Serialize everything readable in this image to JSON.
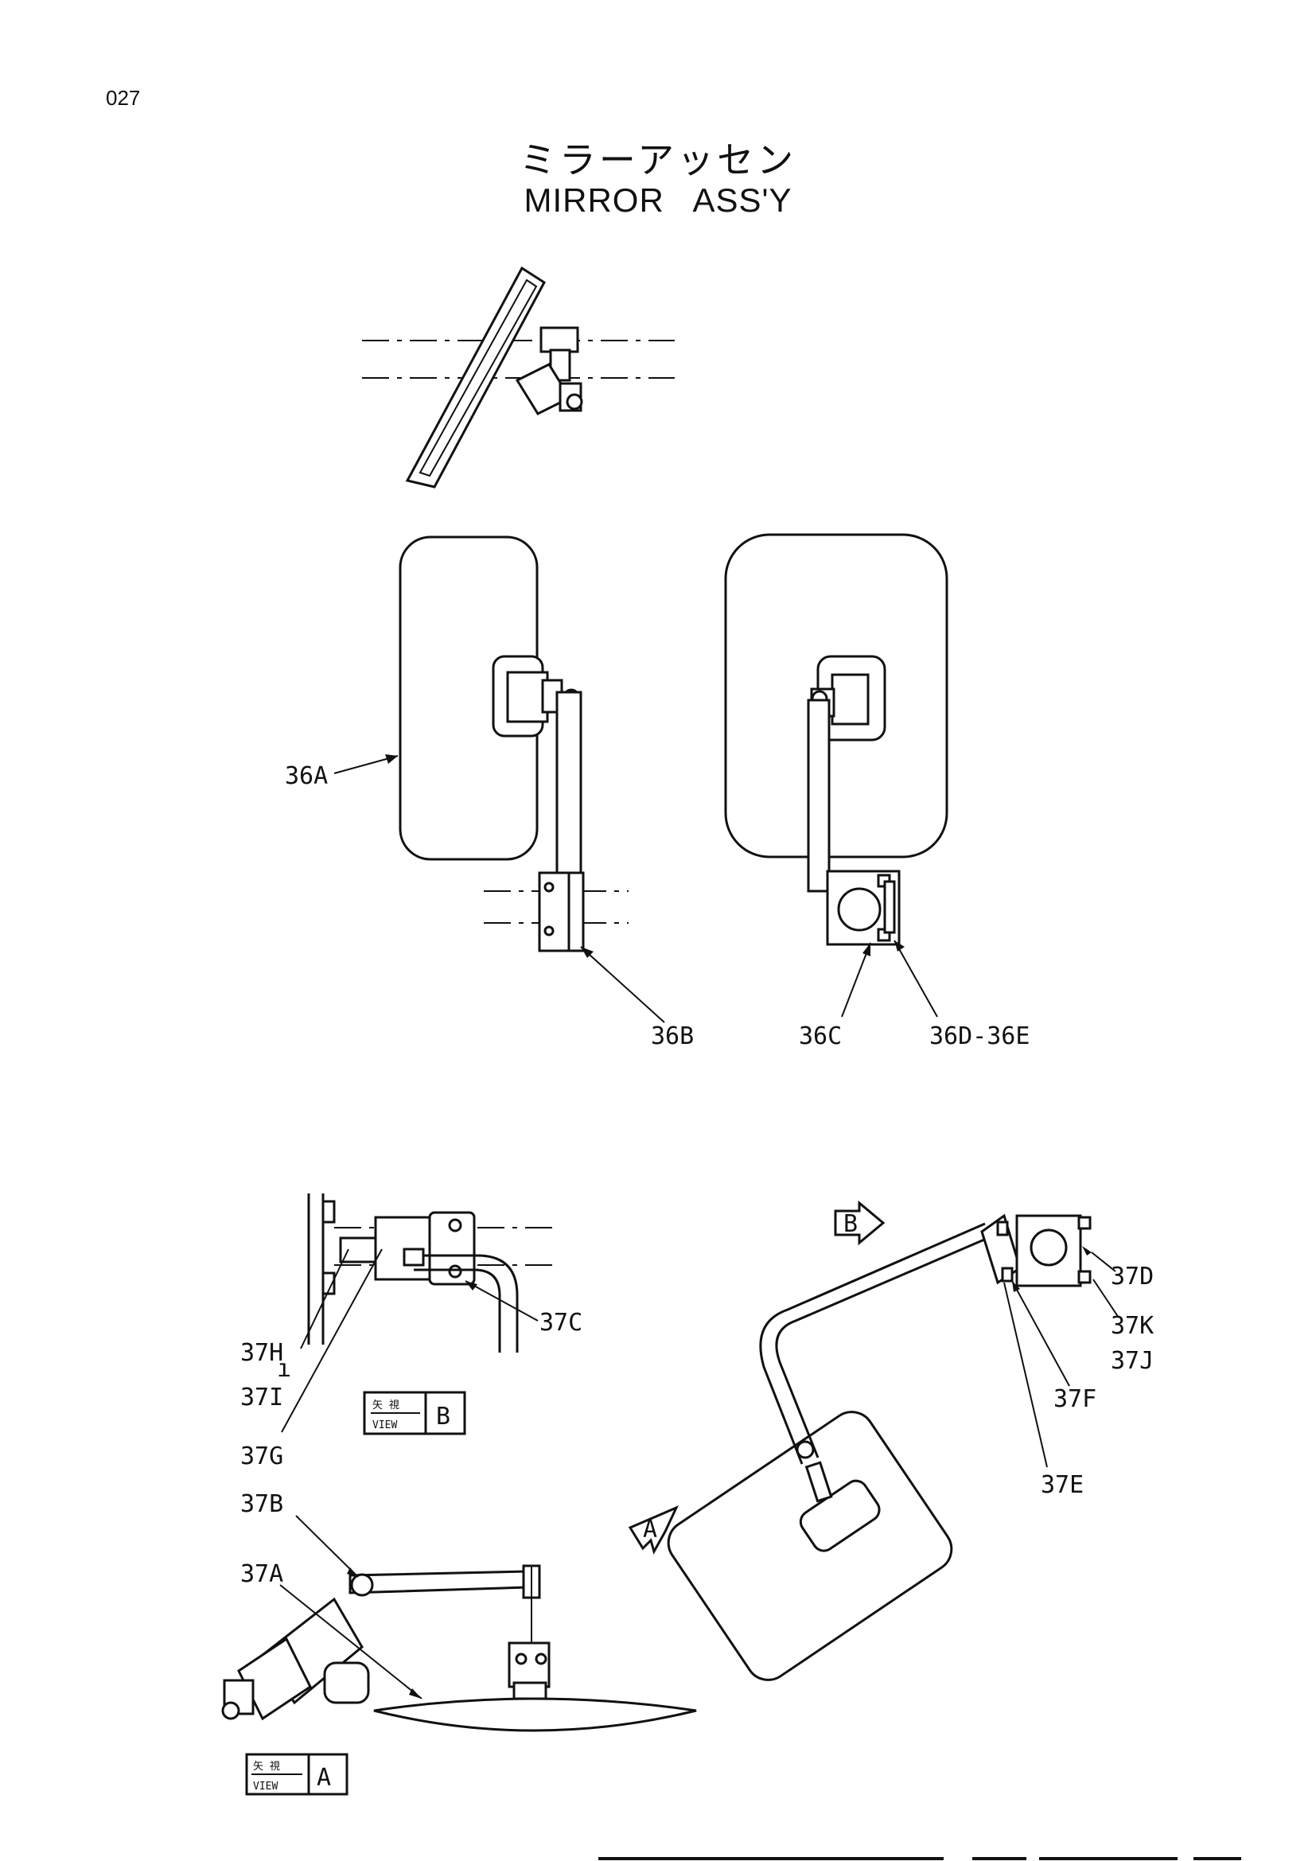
{
  "page_number": "027",
  "title": {
    "japanese": "ミラーアッセン",
    "english": "MIRROR   ASS'Y"
  },
  "callouts": {
    "c36A": "36A",
    "c36B": "36B",
    "c36C": "36C",
    "c36D": "36D-36E",
    "c37A": "37A",
    "c37B": "37B",
    "c37C": "37C",
    "c37D": "37D",
    "c37E": "37E",
    "c37F": "37F",
    "c37G": "37G",
    "c37H": "37H",
    "c37I": "37I",
    "c37J": "37J",
    "c37K": "37K"
  },
  "views": {
    "view_b": {
      "kanji": "矢 視",
      "word": "VIEW",
      "letter": "B"
    },
    "view_a": {
      "kanji": "矢 視",
      "word": "VIEW",
      "letter": "A"
    }
  },
  "arrow_markers": {
    "marker_b": "B",
    "marker_a": "A"
  }
}
